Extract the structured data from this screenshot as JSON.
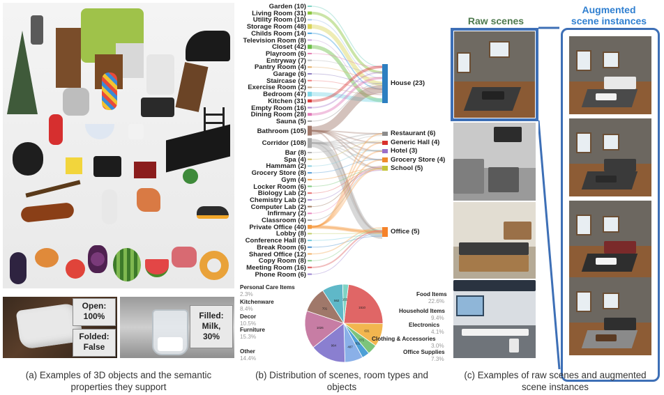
{
  "panel_a": {
    "caption_line1": "(a) Examples of 3D objects and the semantic",
    "caption_line2": "properties they support",
    "callouts": {
      "open": [
        "Open:",
        "100%"
      ],
      "folded": [
        "Folded:",
        "False"
      ],
      "filled": [
        "Filled:",
        "Milk,",
        "30%"
      ]
    }
  },
  "panel_b": {
    "caption_line1": "(b) Distribution of scenes, room types and",
    "caption_line2": "objects",
    "room_types": [
      {
        "label": "Garden (10)",
        "color": "#7fd3c4"
      },
      {
        "label": "Living Room (31)",
        "color": "#8cc63f"
      },
      {
        "label": "Utility Room (10)",
        "color": "#a9c6e8"
      },
      {
        "label": "Storage Room (48)",
        "color": "#d9d45a"
      },
      {
        "label": "Childs Room (14)",
        "color": "#4aa3df"
      },
      {
        "label": "Television Room (8)",
        "color": "#c7a6d9"
      },
      {
        "label": "Closet (42)",
        "color": "#6fbf4a"
      },
      {
        "label": "Playroom (6)",
        "color": "#e57fb3"
      },
      {
        "label": "Entryway (7)",
        "color": "#b9b9b9"
      },
      {
        "label": "Pantry Room (4)",
        "color": "#e4b06a"
      },
      {
        "label": "Garage (6)",
        "color": "#8f7fc2"
      },
      {
        "label": "Staircase (4)",
        "color": "#f08080"
      },
      {
        "label": "Exercise Room (2)",
        "color": "#c9a27e"
      },
      {
        "label": "Bedroom (47)",
        "color": "#7fd6e6"
      },
      {
        "label": "Kitchen (31)",
        "color": "#d94040"
      },
      {
        "label": "Empty Room (16)",
        "color": "#b48cd0"
      },
      {
        "label": "Dining Room (28)",
        "color": "#e07ab8"
      },
      {
        "label": "Sauna (5)",
        "color": "#9a9a9a"
      },
      {
        "label": "Bathroom (105)",
        "color": "#a0786a"
      },
      {
        "label": "Corridor (108)",
        "color": "#a8a8a8"
      },
      {
        "label": "Bar (8)",
        "color": "#b3b3b3"
      },
      {
        "label": "Spa (4)",
        "color": "#d4c26a"
      },
      {
        "label": "Hammam (2)",
        "color": "#8fd3e0"
      },
      {
        "label": "Grocery Store (8)",
        "color": "#5aa0d8"
      },
      {
        "label": "Gym (4)",
        "color": "#f0a04a"
      },
      {
        "label": "Locker Room (6)",
        "color": "#7fc97f"
      },
      {
        "label": "Biology Lab (2)",
        "color": "#e87070"
      },
      {
        "label": "Chemistry Lab (2)",
        "color": "#a58ad0"
      },
      {
        "label": "Computer Lab (2)",
        "color": "#a07a60"
      },
      {
        "label": "Infirmary (2)",
        "color": "#e88ac0"
      },
      {
        "label": "Classroom (4)",
        "color": "#a0a0a0"
      },
      {
        "label": "Private Office (40)",
        "color": "#f59b42"
      },
      {
        "label": "Lobby (8)",
        "color": "#c3d06a"
      },
      {
        "label": "Conference Hall (8)",
        "color": "#76cde0"
      },
      {
        "label": "Break Room (6)",
        "color": "#4f95d0"
      },
      {
        "label": "Shared Office (12)",
        "color": "#f3b36a"
      },
      {
        "label": "Copy Room (8)",
        "color": "#86c986"
      },
      {
        "label": "Meeting Room (16)",
        "color": "#e06a6a"
      },
      {
        "label": "Phone Room (6)",
        "color": "#9d86d0"
      }
    ],
    "scene_types": [
      {
        "label": "House (23)",
        "color": "#2d7fc1"
      },
      {
        "label": "Restaurant (6)",
        "color": "#8c8c8c"
      },
      {
        "label": "Generic Hall (4)",
        "color": "#d9302c"
      },
      {
        "label": "Hotel (3)",
        "color": "#9b6fc9"
      },
      {
        "label": "Grocery Store (4)",
        "color": "#f08a2c"
      },
      {
        "label": "School (5)",
        "color": "#c5c43a"
      },
      {
        "label": "Office (5)",
        "color": "#f5822a"
      }
    ],
    "pie_labels": {
      "personal_care": "Personal Care Items",
      "personal_care_pct": "2.3%",
      "kitchenware": "Kitchenware",
      "kitchenware_pct": "8.4%",
      "decor": "Decor",
      "decor_pct": "10.5%",
      "furniture": "Furniture",
      "furniture_pct": "15.3%",
      "other": "Other",
      "other_pct": "14.4%",
      "food": "Food Items",
      "food_pct": "22.6%",
      "household": "Household Items",
      "household_pct": "9.4%",
      "electronics": "Electronics",
      "electronics_pct": "4.1%",
      "clothing": "Clothing & Accessories",
      "clothing_pct": "3.0%",
      "office": "Office Supplies",
      "office_pct": "7.3%"
    },
    "pie_slices": [
      {
        "name": "Food Items",
        "value": 1510,
        "color": "#e06666"
      },
      {
        "name": "Household Items",
        "value": 631,
        "color": "#f2b64f"
      },
      {
        "name": "Electronics",
        "value": 271,
        "color": "#7cc47c"
      },
      {
        "name": "Clothing & Accessories",
        "value": 201,
        "color": "#4d9fd6"
      },
      {
        "name": "Office Supplies",
        "value": 487,
        "color": "#8ab0e8"
      },
      {
        "name": "Other",
        "value": 964,
        "color": "#8a7fd0"
      },
      {
        "name": "Furniture",
        "value": 1026,
        "color": "#c77da4"
      },
      {
        "name": "Decor",
        "value": 701,
        "color": "#a0786a"
      },
      {
        "name": "Kitchenware",
        "value": 562,
        "color": "#5fb8c8"
      },
      {
        "name": "Personal Care Items",
        "value": 155,
        "color": "#7fd3c4"
      }
    ]
  },
  "panel_c": {
    "raw_title": "Raw scenes",
    "aug_title_line1": "Augmented",
    "aug_title_line2": "scene instances",
    "caption_line1": "(c) Examples of raw scenes and augmented",
    "caption_line2": "scene instances"
  }
}
